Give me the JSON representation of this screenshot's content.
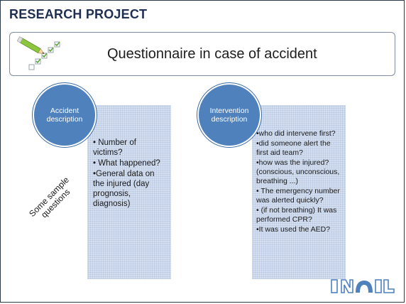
{
  "header": {
    "title": "RESEARCH PROJECT"
  },
  "title_box": {
    "text": "Questionnaire in case of accident"
  },
  "side_label": {
    "line1": "Some sample",
    "line2": "questions"
  },
  "accident": {
    "circle_label": "Accident description",
    "items": [
      "• Number of victims?",
      "• What happened?",
      "•General data on the injured (day prognosis, diagnosis)"
    ]
  },
  "intervention": {
    "circle_label": "Intervention description",
    "items": [
      "•who did intervene first?",
      "•did someone alert the first aid team?",
      "•how was the injured? (conscious, unconscious, breathing ...)",
      "• The emergency number was alerted quickly?",
      "• (if not breathing) It was performed CPR?",
      "•It was used the AED?"
    ]
  },
  "logo": {
    "text": "INAIL"
  },
  "colors": {
    "accent": "#4f81bd",
    "panel": "#d3deee",
    "title": "#1f2f52"
  }
}
